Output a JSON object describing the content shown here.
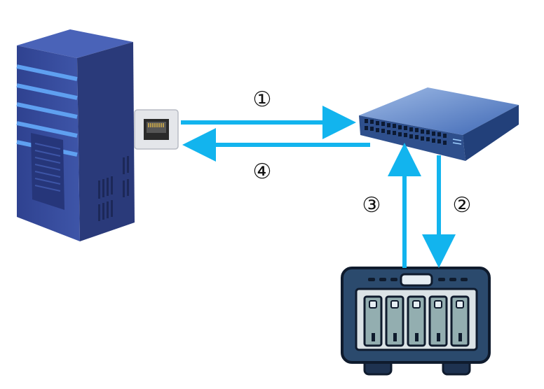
{
  "steps": [
    {
      "label": "①"
    },
    {
      "label": "②"
    },
    {
      "label": "③"
    },
    {
      "label": "④"
    }
  ],
  "nodes": [
    {
      "name": "server",
      "icon": "server-tower-icon"
    },
    {
      "name": "network-port",
      "icon": "ethernet-port-icon"
    },
    {
      "name": "switch",
      "icon": "network-switch-icon"
    },
    {
      "name": "nas",
      "icon": "nas-storage-icon"
    }
  ],
  "colors": {
    "arrow": "#12b4ee",
    "server_front": "#3b4f9c",
    "server_side": "#2a3a7a",
    "server_top": "#4a63b8",
    "server_light": "#5fa0f0",
    "switch_top": "#5b83c7",
    "switch_front": "#2e4f8c",
    "nas_body": "#2b4a6d",
    "nas_bay": "#93aeb0",
    "nas_handle": "#e6eef3"
  }
}
